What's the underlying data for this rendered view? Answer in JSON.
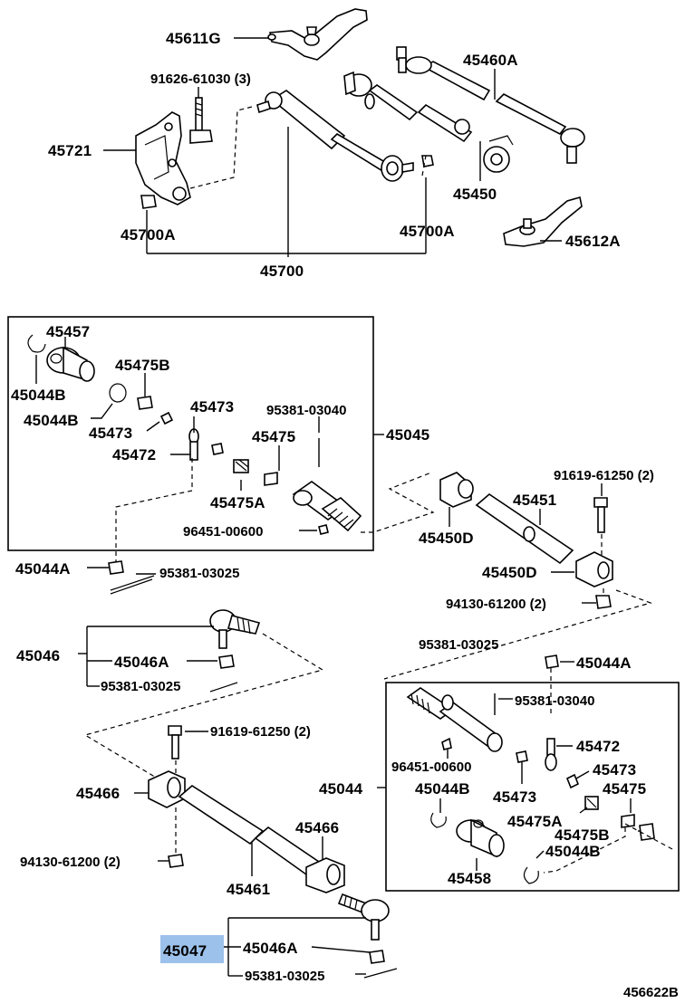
{
  "labels": {
    "p45611G": "45611G",
    "p91626": "91626-61030 (3)",
    "p45721": "45721",
    "p45460A": "45460A",
    "p45450": "45450",
    "p45700A_l": "45700A",
    "p45700A_r": "45700A",
    "p45612A": "45612A",
    "p45700": "45700",
    "p45457": "45457",
    "p45475B_a": "45475B",
    "p45044B_a": "45044B",
    "p45044B_b": "45044B",
    "p45473_a": "45473",
    "p45473_b": "45473",
    "p45472_a": "45472",
    "p45475_a": "45475",
    "p95381_03040_a": "95381-03040",
    "p45045": "45045",
    "p45475A_a": "45475A",
    "p96451_a": "96451-00600",
    "p45044A_a": "45044A",
    "p95381_03025_a": "95381-03025",
    "p91619_a": "91619-61250 (2)",
    "p45451": "45451",
    "p45450D_a": "45450D",
    "p45450D_b": "45450D",
    "p94130_a": "94130-61200 (2)",
    "p45046": "45046",
    "p45046A_a": "45046A",
    "p95381_03025_b": "95381-03025",
    "p95381_03025_c": "95381-03025",
    "p45044A_b": "45044A",
    "p91619_b": "91619-61250 (2)",
    "p95381_03040_b": "95381-03040",
    "p96451_b": "96451-00600",
    "p45472_b": "45472",
    "p45466_a": "45466",
    "p45044": "45044",
    "p45044B_c": "45044B",
    "p45473_c": "45473",
    "p45473_d": "45473",
    "p45475_b": "45475",
    "p45475A_b": "45475A",
    "p45475B_b": "45475B",
    "p45466_b": "45466",
    "p94130_b": "94130-61200 (2)",
    "p45044B_d": "45044B",
    "p45461": "45461",
    "p45458": "45458",
    "p45047": "45047",
    "p45046A_b": "45046A",
    "p95381_03025_d": "95381-03025",
    "p456622B": "456622B"
  },
  "highlight": {
    "part": "45047",
    "color": "#9cc1ea"
  }
}
